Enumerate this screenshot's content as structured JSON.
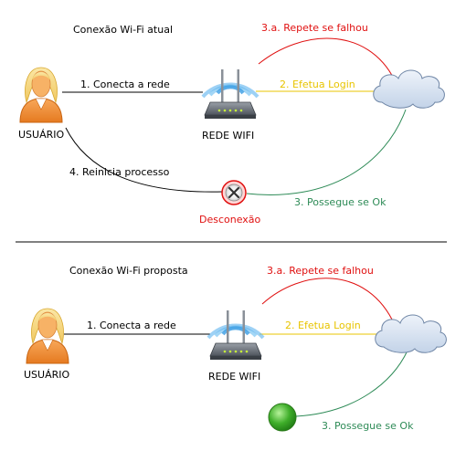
{
  "top": {
    "title": "Conexão Wi-Fi atual",
    "user_label": "USUÁRIO",
    "router_label": "REDE WIFI",
    "step1": "1. Conecta a rede",
    "step2": "2. Efetua Login",
    "step3a": "3.a. Repete se falhou",
    "step3": "3. Possegue se Ok",
    "step4": "4. Reinicia processo",
    "disconnect_label": "Desconexão"
  },
  "bottom": {
    "title": "Conexão Wi-Fi proposta",
    "user_label": "USUÁRIO",
    "router_label": "REDE WIFI",
    "step1": "1. Conecta a rede",
    "step2": "2. Efetua Login",
    "step3a": "3.a. Repete se falhou",
    "step3": "3. Possegue se Ok"
  },
  "icons": {
    "user": "user-icon",
    "router": "wifi-router-icon",
    "cloud": "cloud-icon",
    "disconnect": "disconnect-icon",
    "success": "success-icon"
  },
  "colors": {
    "retry": "#e01010",
    "login": "#e8c400",
    "proceed": "#2e8b57",
    "disconnect_text": "#e01010",
    "user_skin": "#f6a04a",
    "user_hair": "#f7dc8a",
    "wifi_waves": "#4aa8e8",
    "cloud_fill": "#d7e3f1",
    "success_fill": "#3fae2a"
  }
}
